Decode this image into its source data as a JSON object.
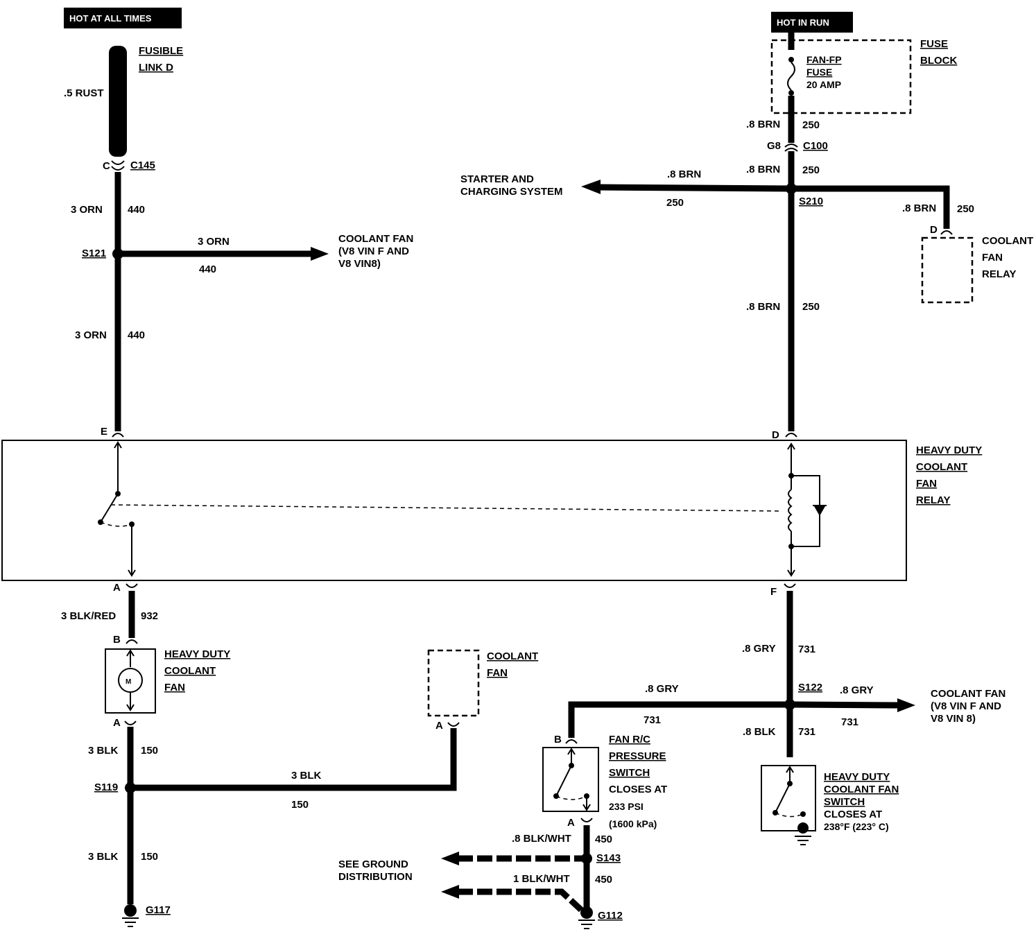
{
  "labels": {
    "hot_at_all_times": "HOT AT ALL TIMES",
    "hot_in_run": "HOT IN RUN",
    "fusible_link_1": "FUSIBLE",
    "fusible_link_2": "LINK D",
    "rust_wire": ".5 RUST",
    "c145_pin": "C",
    "c145": "C145",
    "orn_3a": "3 ORN",
    "num_440a": "440",
    "s121": "S121",
    "orn_3b": "3 ORN",
    "num_440b": "440",
    "cf1_line1": "COOLANT FAN",
    "cf1_line2": "(V8 VIN F AND",
    "cf1_line3": "V8 VIN8)",
    "orn_3c": "3 ORN",
    "num_440c": "440",
    "pin_e": "E",
    "fuse_block_1": "FUSE",
    "fuse_block_2": "BLOCK",
    "fan_fp_1": "FAN-FP",
    "fan_fp_2": "FUSE",
    "fan_fp_3": "20 AMP",
    "brn_a": ".8 BRN",
    "num_250a": "250",
    "g8": "G8",
    "c100": "C100",
    "brn_b": ".8 BRN",
    "num_250b": "250",
    "starter_1": "STARTER AND",
    "starter_2": "CHARGING SYSTEM",
    "brn_c": ".8 BRN",
    "num_250c": "250",
    "s210": "S210",
    "brn_d": ".8 BRN",
    "num_250d": "250",
    "pin_d_relay": "D",
    "cfr_1": "COOLANT",
    "cfr_2": "FAN",
    "cfr_3": "RELAY",
    "brn_e": ".8 BRN",
    "num_250e": "250",
    "pin_d": "D",
    "hdr_1": "HEAVY DUTY",
    "hdr_2": "COOLANT",
    "hdr_3": "FAN",
    "hdr_4": "RELAY",
    "pin_a_relay": "A",
    "blkred": "3 BLK/RED",
    "num_932": "932",
    "pin_b_fan": "B",
    "hdf_1": "HEAVY DUTY",
    "hdf_2": "COOLANT",
    "hdf_3": "FAN",
    "pin_a_fan": "A",
    "blk_a": "3 BLK",
    "num_150a": "150",
    "s119": "S119",
    "blk_b": "3 BLK",
    "num_150b": "150",
    "cf2_1": "COOLANT",
    "cf2_2": "FAN",
    "pin_a_cf2": "A",
    "blk_c": "3 BLK",
    "num_150c": "150",
    "g117": "G117",
    "pin_f": "F",
    "gry_a": ".8 GRY",
    "num_731a": "731",
    "gry_b": ".8 GRY",
    "num_731b": "731",
    "s122": "S122",
    "gry_c": ".8 GRY",
    "num_731c": "731",
    "cf3_1": "COOLANT FAN",
    "cf3_2": "(V8 VIN F AND",
    "cf3_3": "V8 VIN 8)",
    "blk_d": ".8 BLK",
    "num_731d": "731",
    "pin_b_prs": "B",
    "prs_1": "FAN R/C",
    "prs_2": "PRESSURE",
    "prs_3": "SWITCH",
    "prs_4": "CLOSES AT",
    "prs_5": "233 PSI",
    "prs_6": "(1600 kPa)",
    "pin_a_prs": "A",
    "blkwht_a": ".8 BLK/WHT",
    "num_450a": "450",
    "s143": "S143",
    "see_gd_1": "SEE GROUND",
    "see_gd_2": "DISTRIBUTION",
    "blkwht_b": "1 BLK/WHT",
    "num_450b": "450",
    "g112": "G112",
    "hds_1": "HEAVY DUTY",
    "hds_2": "COOLANT FAN",
    "hds_3": "SWITCH",
    "hds_4": "CLOSES AT",
    "hds_5": "238°F (223° C)"
  },
  "colors": {
    "ink": "#000000",
    "paper": "#ffffff"
  }
}
